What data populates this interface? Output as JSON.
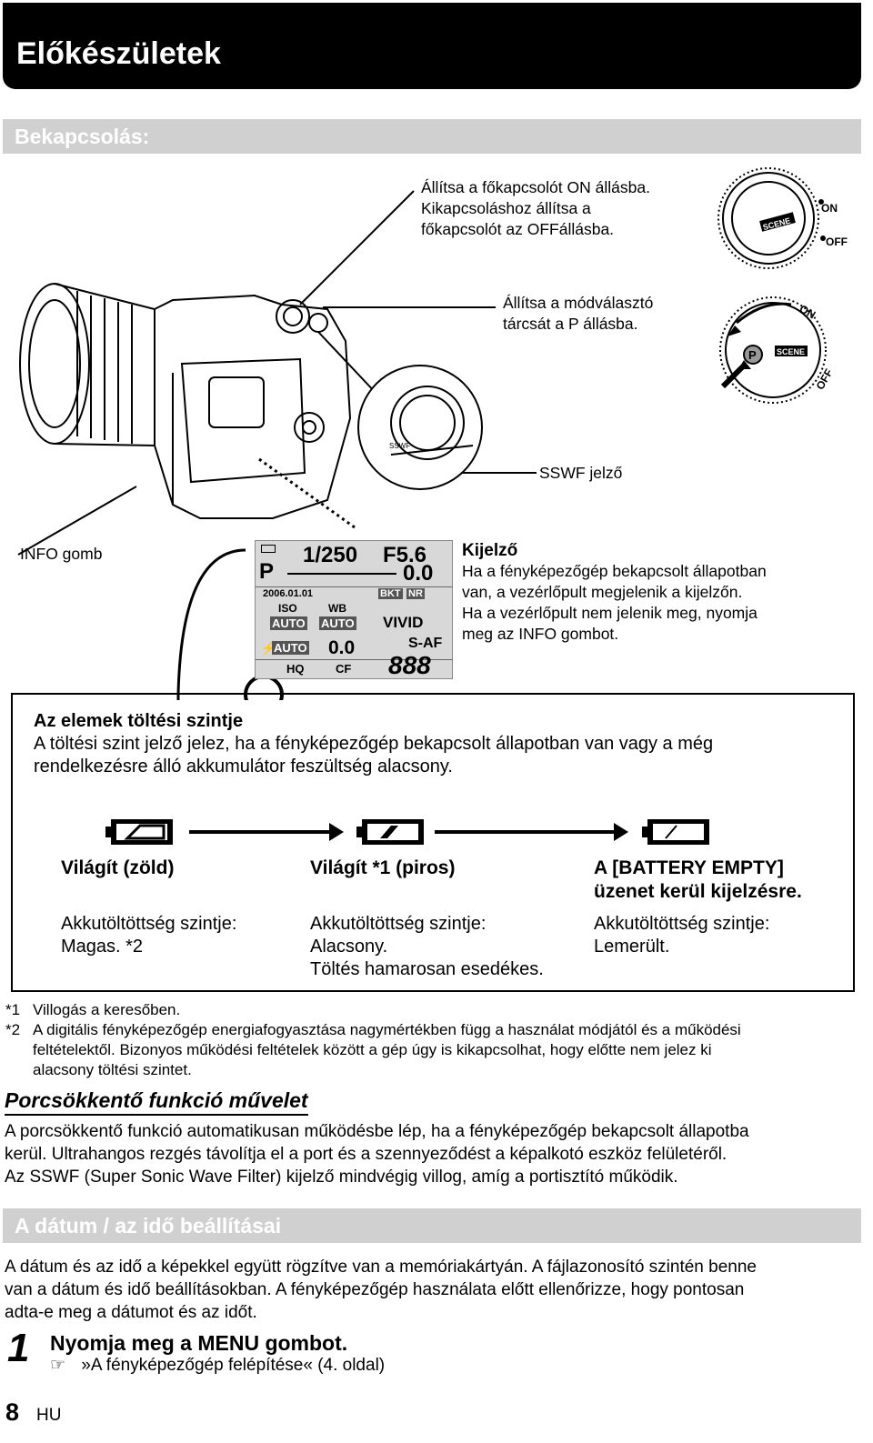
{
  "header": {
    "title": "Előkészületek"
  },
  "sections": {
    "power_on": "Bekapcsolás:",
    "date_time": "A dátum / az idő beállításai"
  },
  "callouts": {
    "main_switch": [
      "Állítsa a főkapcsolót ON állásba.",
      "Kikapcsoláshoz állítsa a",
      "főkapcsolót az OFFállásba."
    ],
    "mode_dial": [
      "Állítsa a módválasztó",
      "tárcsát a P állásba."
    ],
    "sswf": "SSWF jelző",
    "info_button": "INFO gomb"
  },
  "dial_labels": {
    "on": "ON",
    "off": "OFF",
    "scene": "SCENE",
    "sswf_small": "SSWF"
  },
  "display_panel": {
    "shutter": "1/250",
    "aperture": "F5.6",
    "mode": "P",
    "exposure": "0.0",
    "date": "2006.01.01",
    "bkt": "BKT",
    "nr": "NR",
    "iso_label": "ISO",
    "iso_value": "AUTO",
    "wb_label": "WB",
    "wb_value": "AUTO",
    "picture_mode": "VIVID",
    "flash_value": "AUTO",
    "flash_comp": "0.0",
    "af": "S-AF",
    "quality": "HQ",
    "card": "CF",
    "count": "888"
  },
  "display_text": {
    "title": "Kijelző",
    "lines": [
      "Ha a fényképezőgép bekapcsolt állapotban",
      "van, a vezérlőpult megjelenik a kijelzőn.",
      "Ha a vezérlőpult nem jelenik meg, nyomja",
      "meg az INFO gombot."
    ]
  },
  "battery_box": {
    "title": "Az elemek töltési szintje",
    "desc_lines": [
      "A töltési szint jelző jelez, ha a fényképezőgép bekapcsolt állapotban van vagy a még",
      "rendelkezésre álló akkumulátor feszültség alacsony."
    ],
    "states": [
      {
        "heading": "Világít (zöld)",
        "level_label": "Akkutöltöttség szintje:",
        "level_lines": [
          "Magas. *2"
        ]
      },
      {
        "heading": "Világít *1 (piros)",
        "level_label": "Akkutöltöttség szintje:",
        "level_lines": [
          "Alacsony.",
          "Töltés hamarosan esedékes."
        ]
      },
      {
        "heading_lines": [
          "A [BATTERY EMPTY]",
          "üzenet kerül kijelzésre."
        ],
        "level_label": "Akkutöltöttség szintje:",
        "level_lines": [
          "Lemerült."
        ]
      }
    ]
  },
  "footnotes": [
    {
      "mark": "*1",
      "lines": [
        "Villogás a keresőben."
      ]
    },
    {
      "mark": "*2",
      "lines": [
        "A digitális fényképezőgép energiafogyasztása nagymértékben függ a használat módjától és a működési",
        "feltételektől. Bizonyos működési feltételek között a gép úgy is kikapcsolhat, hogy előtte nem jelez ki",
        "alacsony töltési szintet."
      ]
    }
  ],
  "dust": {
    "heading": "Porcsökkentő funkció művelet",
    "lines": [
      "A porcsökkentő funkció automatikusan működésbe lép, ha a fényképezőgép bekapcsolt állapotba",
      "kerül. Ultrahangos rezgés távolítja el a port és a szennyeződést a képalkotó eszköz felületéről.",
      "Az SSWF (Super Sonic Wave Filter) kijelző mindvégig villog, amíg a portisztító működik."
    ]
  },
  "date_intro": [
    "A dátum és az idő a képekkel együtt rögzítve van a memóriakártyán. A fájlazonosító szintén benne",
    "van a dátum és idő beállításokban. A fényképezőgép használata előtt ellenőrizze, hogy pontosan",
    "adta-e meg a dátumot és az időt."
  ],
  "step1": {
    "number": "1",
    "text": "Nyomja meg a MENU gombot.",
    "ref": "»A fényképezőgép felépítése« (4. oldal)"
  },
  "footer": {
    "page": "8",
    "lang": "HU"
  }
}
